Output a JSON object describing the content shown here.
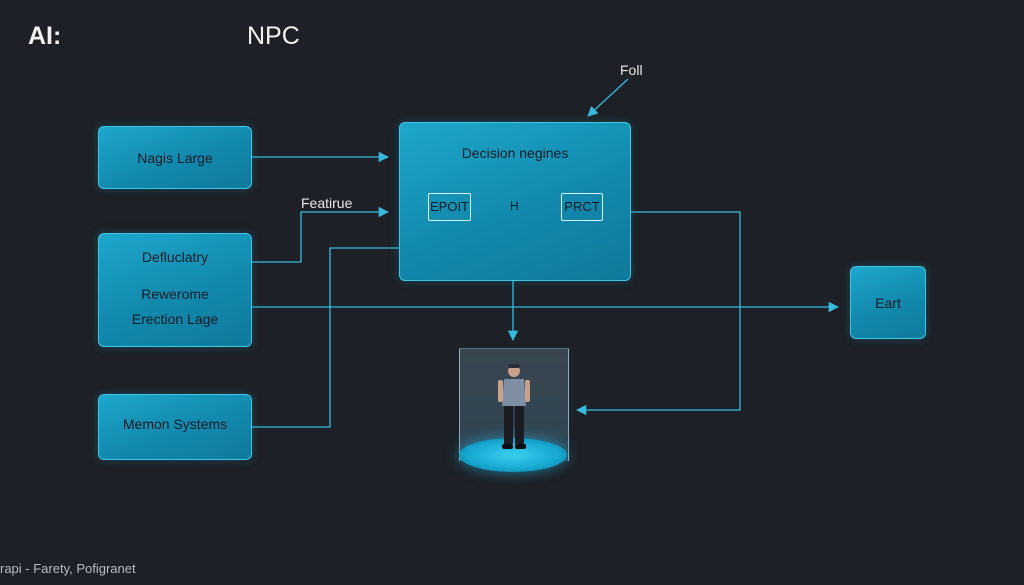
{
  "header": {
    "title_left": "AI:",
    "title_right": "NPC"
  },
  "blocks": {
    "nagis_large": "Nagis Large",
    "defluclatry": "Defluclatry",
    "rewerome": "Rewerome",
    "erection_lage": "Erection Lage",
    "memon_systems": "Memon Systems",
    "decision_title": "Decision negines",
    "epoit": "EPOIT",
    "h": "H",
    "prct": "PRCT",
    "eart": "Eart"
  },
  "annotations": {
    "feature": "Featiruе",
    "foll": "Foll"
  },
  "footer": "rapi - Farety, Pofigranet",
  "colors": {
    "background": "#1d2026",
    "accent": "#1ea7cc",
    "wire": "#37b9de"
  }
}
